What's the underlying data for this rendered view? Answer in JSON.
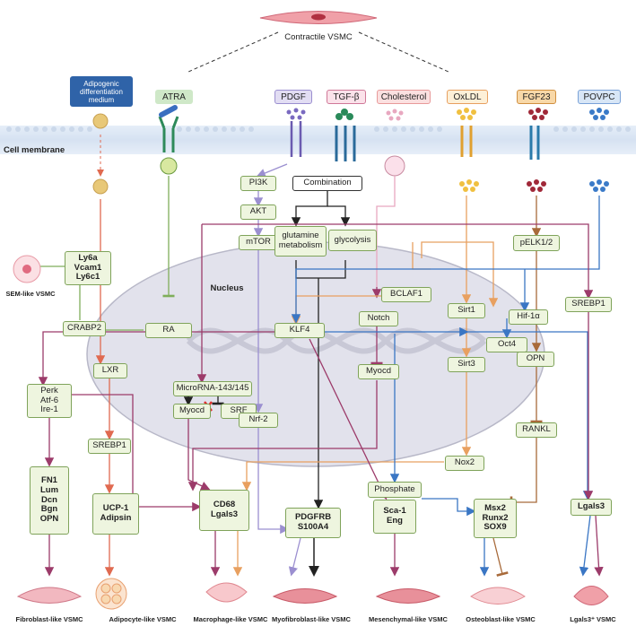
{
  "title": "Contractile VSMC",
  "membrane_label": "Cell membrane",
  "nucleus_label": "Nucleus",
  "stimuli": {
    "adipogenic": "Adipogenic differentiation medium",
    "atra": "ATRA",
    "pdgf": "PDGF",
    "tgfb": "TGF-β",
    "cholesterol": "Cholesterol",
    "oxldl": "OxLDL",
    "fgf23": "FGF23",
    "povpc": "POVPC"
  },
  "nodes": {
    "pi3k": "PI3K",
    "akt": "AKT",
    "mtor": "mTOR",
    "combination": "Combination",
    "glutamine": "glutamine metabolism",
    "glycolysis": "glycolysis",
    "pelk": "pELK1/2",
    "srebp1_right": "SREBP1",
    "ly6": [
      "Ly6a",
      "Vcam1",
      "Ly6c1"
    ],
    "crabp2": "CRABP2",
    "ra": "RA",
    "bclaf1": "BCLAF1",
    "notch": "Notch",
    "sirt1": "Sirt1",
    "hif": "Hif-1α",
    "klf4": "KLF4",
    "oct4": "Oct4",
    "lxr": "LXR",
    "perk": [
      "Perk",
      "Atf-6",
      "Ire-1"
    ],
    "microrna": "MicroRNA-143/145",
    "myocd_left": "Myocd",
    "srf": "SRF",
    "myocd_mid": "Myocd",
    "sirt3": "Sirt3",
    "opn": "OPN",
    "srebp1_left": "SREBP1",
    "nrf2": "Nrf-2",
    "rankl": "RANKL",
    "nox2": "Nox2",
    "phosphate": "Phosphate",
    "fn1": [
      "FN1",
      "Lum",
      "Dcn",
      "Bgn",
      "OPN"
    ],
    "ucp1": [
      "UCP-1",
      "Adipsin"
    ],
    "cd68": [
      "CD68",
      "Lgals3"
    ],
    "pdgfrb": [
      "PDGFRB",
      "S100A4"
    ],
    "sca1": [
      "Sca-1",
      "Eng"
    ],
    "msx2": [
      "Msx2",
      "Runx2",
      "SOX9"
    ],
    "lgals3_right": "Lgals3"
  },
  "outcomes": {
    "sem": "SEM-like VSMC",
    "fibroblast": "Fibroblast-like VSMC",
    "adipocyte": "Adipocyte-like VSMC",
    "macrophage": "Macrophage-like VSMC",
    "myofibroblast": "Myofibroblast-like VSMC",
    "mesenchymal": "Mesenchymal-like VSMC",
    "osteoblast": "Osteoblast-like VSMC",
    "lgals3": "Lgals3⁺ VSMC"
  },
  "colors": {
    "node_fill": "#eef5df",
    "node_border": "#7fa35a",
    "purple_arrow": "#9b8fd0",
    "magenta_arrow": "#9c3b6a",
    "orange_arrow": "#e8a060",
    "blue_arrow": "#3a76c4",
    "brown_arrow": "#a86a3a",
    "green_inhibit": "#7fae5a",
    "red_arrow": "#e06a50"
  }
}
